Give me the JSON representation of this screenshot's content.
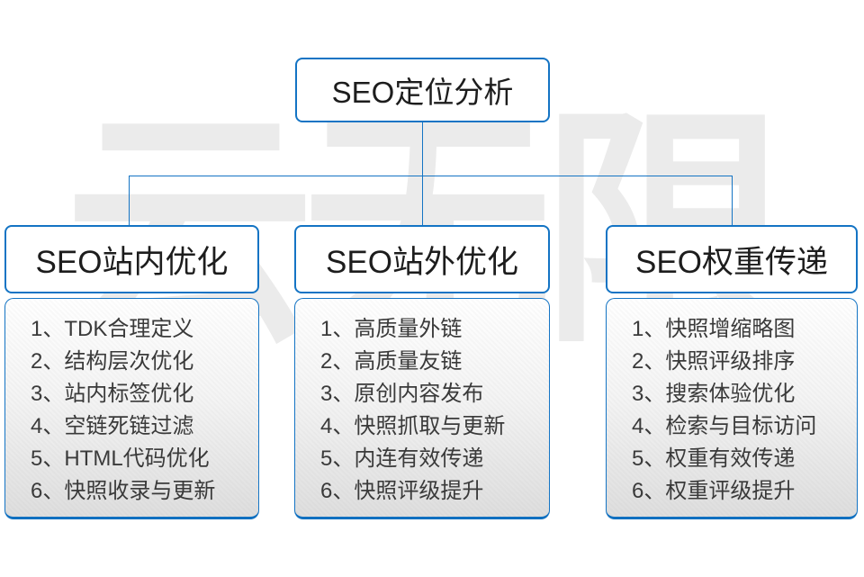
{
  "watermark_text": "云无限",
  "root": {
    "title": "SEO定位分析"
  },
  "colors": {
    "accent_blue": "#1474c4",
    "header_text": "#1d1d1d",
    "item_text": "#3a3a3a",
    "watermark_gray": "#ebebeb",
    "list_gradient_top": "#ffffff",
    "list_gradient_bottom": "#dedede"
  },
  "columns": [
    {
      "title": "SEO站内优化",
      "items": [
        "1、TDK合理定义",
        "2、结构层次优化",
        "3、站内标签优化",
        "4、空链死链过滤",
        "5、HTML代码优化",
        "6、快照收录与更新"
      ]
    },
    {
      "title": "SEO站外优化",
      "items": [
        "1、高质量外链",
        "2、高质量友链",
        "3、原创内容发布",
        "4、快照抓取与更新",
        "5、内连有效传递",
        "6、快照评级提升"
      ]
    },
    {
      "title": "SEO权重传递",
      "items": [
        "1、快照增缩略图",
        "2、快照评级排序",
        "3、搜索体验优化",
        "4、检索与目标访问",
        "5、权重有效传递",
        "6、权重评级提升"
      ]
    }
  ]
}
